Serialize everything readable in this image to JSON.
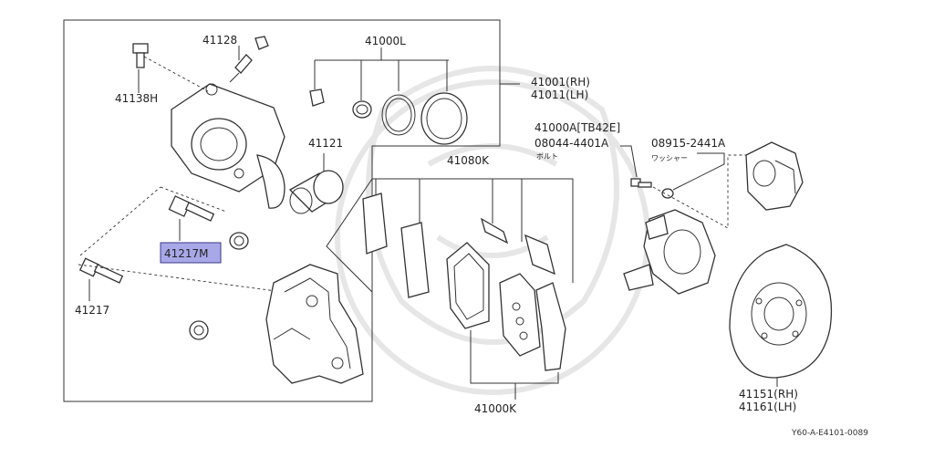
{
  "labels": {
    "p41128": "41128",
    "p41000L": "41000L",
    "p41138H": "41138H",
    "p41001": "41001(RH)",
    "p41011": "41011(LH)",
    "p41121": "41121",
    "p41000A": "41000A[TB42E]",
    "p08044": "08044-4401A",
    "bolt_jp": "ボルト",
    "p08915": "08915-2441A",
    "washer_jp": "ワッシャー",
    "p41080K": "41080K",
    "p41217M": "41217M",
    "p41217": "41217",
    "p41000K": "41000K",
    "p41151": "41151(RH)",
    "p41161": "41161(LH)",
    "code": "Y60-A-E4101-0089"
  },
  "highlight": {
    "part": "41217M",
    "color": "#a8a8e8"
  }
}
